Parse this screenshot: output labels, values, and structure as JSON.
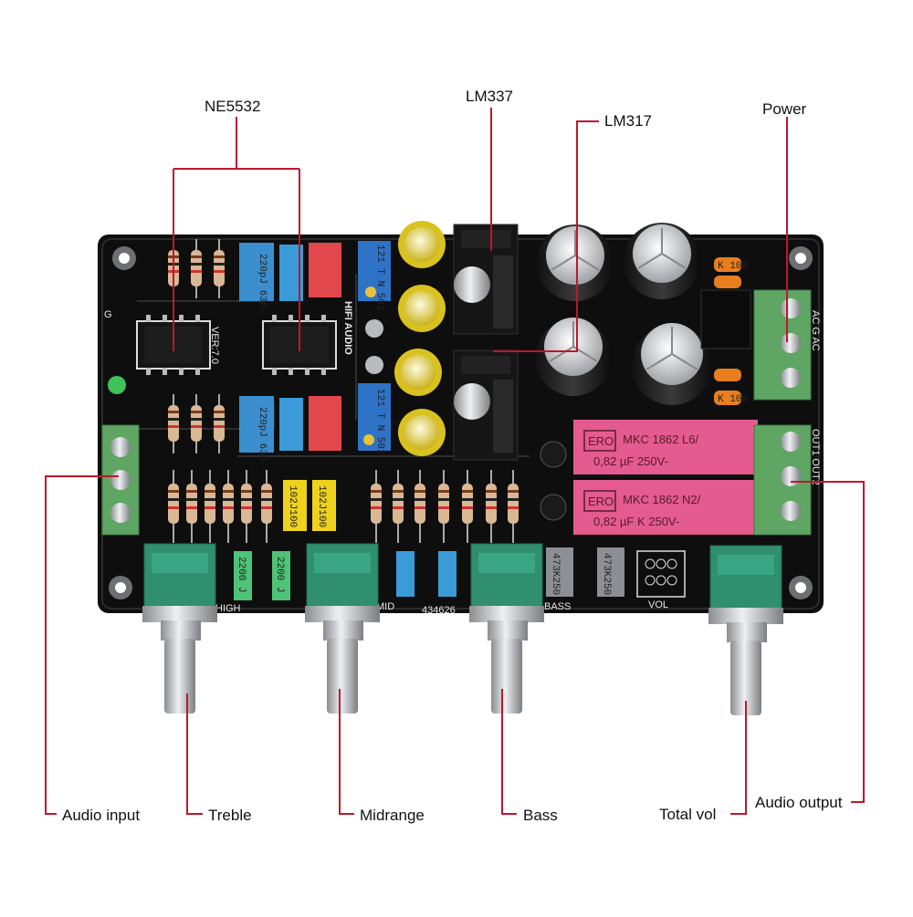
{
  "callouts": {
    "ne5532": "NE5532",
    "lm337": "LM337",
    "lm317": "LM317",
    "power": "Power",
    "audio_input": "Audio input",
    "treble": "Treble",
    "midrange": "Midrange",
    "bass": "Bass",
    "total_vol": "Total vol",
    "audio_output": "Audio output"
  },
  "board": {
    "title": "HIFI AUDIO",
    "version": "VER:7.0",
    "pot_labels": {
      "high": "HIGH",
      "mid": "MID",
      "bass": "BASS",
      "vol": "VOL"
    },
    "code": "434626",
    "terminal_left": "G",
    "terminal_power": "AC G AC",
    "terminal_out": "OUT1 OUT2",
    "film_caps": [
      "220pJ 630-",
      "220pJ 630-"
    ],
    "trimmers": [
      "121 T N 502",
      "121 T N 502"
    ],
    "mkc_caps": [
      {
        "brand": "ERO",
        "line1": "MKC 1862 L6/",
        "line2": "0,82 µF 250V-"
      },
      {
        "brand": "ERO",
        "line1": "MKC 1862 N2/",
        "line2": "0,82 µF K 250V-"
      }
    ],
    "small_caps": [
      "102J100",
      "102J100",
      "2200 J",
      "2200 J",
      "473K250",
      "473K250"
    ],
    "tantalum": [
      "K 100",
      "K 100"
    ]
  },
  "colors": {
    "leader": "#c0162c",
    "pcb": "#111111",
    "knob_green": "#2f8f6e",
    "terminal_green": "#5fa564",
    "mkc_pink": "#e35b8f",
    "film_blue": "#3b8fcf",
    "film_red": "#e2474d",
    "electrolytic_yellow": "#e7d42b",
    "metal": "#c8cbcf"
  }
}
